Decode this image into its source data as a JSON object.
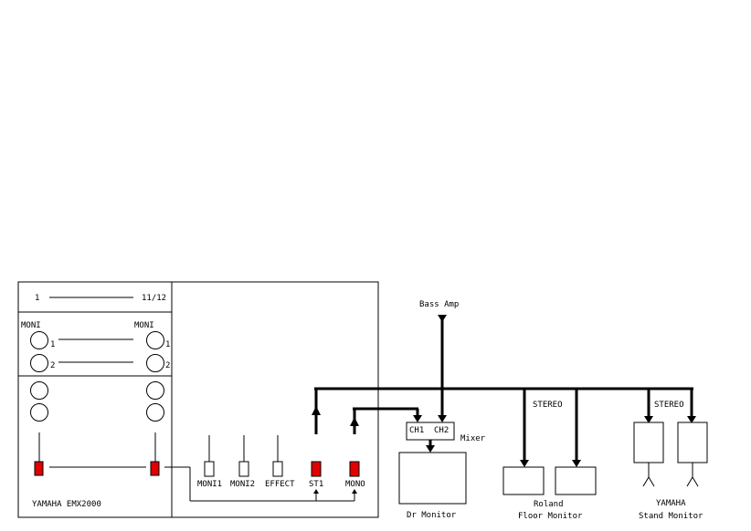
{
  "mixer_console": {
    "channel_first": "1",
    "channel_last": "11/12",
    "moni_left": "MONI",
    "moni_right": "MONI",
    "send1_left": "1",
    "send2_left": "2",
    "send1_right": "1",
    "send2_right": "2",
    "brand_model": "YAMAHA  EMX2000"
  },
  "outputs": {
    "moni1": "MONI1",
    "moni2": "MONI2",
    "effect": "EFFECT",
    "st1": "ST1",
    "mono": "MONO"
  },
  "signal_chain": {
    "bass_amp": "Bass Amp",
    "ch1": "CH1",
    "ch2": "CH2",
    "mixer": "Mixer",
    "dr_monitor": "Dr Monitor",
    "stereo_roland": "STEREO",
    "stereo_yamaha": "STEREO",
    "roland_line1": "Roland",
    "roland_line2": "Floor Monitor",
    "yamaha_line1": "YAMAHA",
    "yamaha_line2": "Stand Monitor"
  },
  "colors": {
    "fader_active": "#e00000",
    "line": "#000000",
    "background": "#ffffff"
  }
}
